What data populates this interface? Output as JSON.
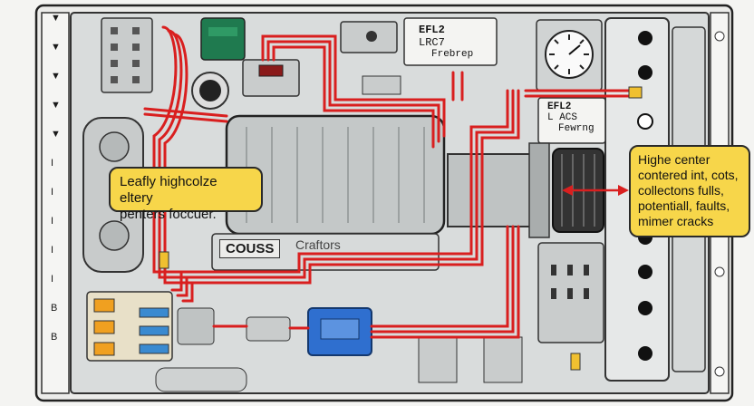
{
  "callouts": {
    "left": {
      "line1": "Leafly highcolze eltery",
      "line2": "penters foccuer."
    },
    "right": {
      "line1": "Highe center",
      "line2": "contered int, cots,",
      "line3": "collectons fulls,",
      "line4": "potentiall, faults,",
      "line5": "mimer cracks"
    }
  },
  "plates": {
    "top_center": {
      "line1": "EFL2",
      "line2": "LRC7",
      "line3": "Frebrep"
    },
    "right_mid": {
      "line1": "EFL2",
      "line2": "L ACS",
      "line3": "Fewrng"
    },
    "motor_label": "COUSS",
    "motor_sublabel": "Craftors"
  },
  "side_marks": [
    "▼",
    "▼",
    "▼",
    "▼",
    "▼",
    "I",
    "I",
    "I",
    "I",
    "I",
    "B",
    "B"
  ],
  "colors": {
    "wire": "#d91f1f",
    "callout": "#f7d64a",
    "panel": "#d9dcdc",
    "housing": "#b8bdbf",
    "connector": "#2f6fcf",
    "green_module": "#1f7a4f"
  }
}
